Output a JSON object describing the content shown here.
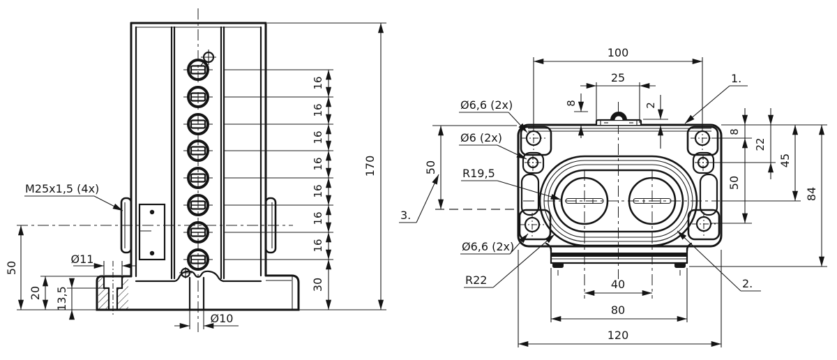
{
  "canvas": {
    "background": "#ffffff",
    "line_color": "#141414"
  },
  "left_view": {
    "labels": {
      "thread_callout": "M25x1,5 (4x)",
      "dia_11": "Ø11",
      "dia_10": "Ø10"
    },
    "dims": {
      "total_height": "170",
      "base_height": "30",
      "base_to_axis": "50",
      "base_thickness": "20",
      "counterbore_depth": "13,5",
      "pitch": [
        "16",
        "16",
        "16",
        "16",
        "16",
        "16",
        "16"
      ]
    }
  },
  "right_view": {
    "labels": {
      "dia_66_top": "Ø6,6 (2x)",
      "dia_6": "Ø6 (2x)",
      "radius_inner": "R19,5",
      "dia_66_bottom": "Ø6,6 (2x)",
      "radius_outer": "R22",
      "note_1": "1.",
      "note_2": "2.",
      "note_3": "3."
    },
    "dims": {
      "hole_spacing_h": "100",
      "plate_width": "25",
      "dome_height": "8",
      "plate_offset": "2",
      "left_height": "50",
      "top_to_hole": "8",
      "top_to_small_hole": "22",
      "top_to_axis": "45",
      "hole_spacing_v": "50",
      "total_height": "84",
      "circle_spacing": "40",
      "foot_width": "80",
      "total_width": "120"
    }
  }
}
